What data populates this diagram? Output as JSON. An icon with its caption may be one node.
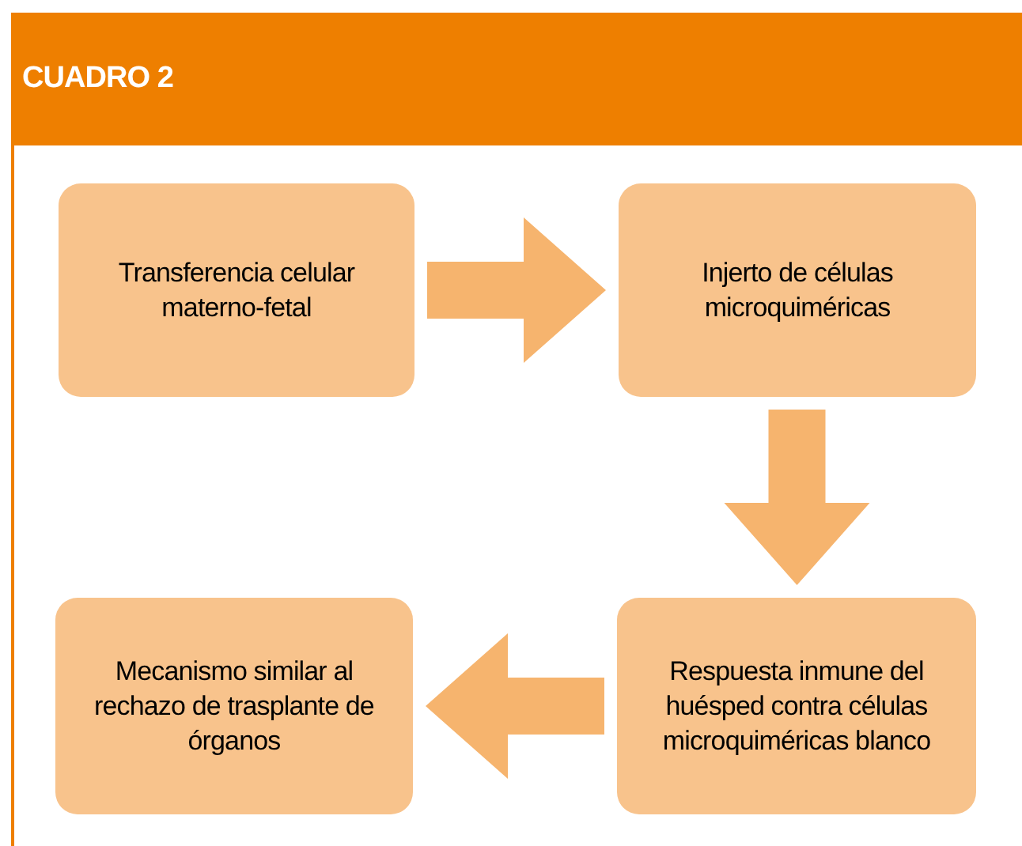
{
  "diagram": {
    "title": "CUADRO 2",
    "nodes": [
      {
        "text": [
          "Transferencia celular materno-fetal"
        ]
      },
      {
        "text": [
          "Injerto de células microquiméricas"
        ]
      },
      {
        "text": [
          "Respuesta inmune del huésped contra células microquiméricas blanco"
        ]
      },
      {
        "text": [
          "Mecanismo similar al rechazo de trasplante de órganos"
        ]
      }
    ],
    "edges": [
      {
        "from": 0,
        "to": 1,
        "arrow": "to"
      },
      {
        "from": 1,
        "to": 2,
        "arrow": "to"
      },
      {
        "from": 2,
        "to": 3,
        "arrow": "to"
      }
    ]
  }
}
